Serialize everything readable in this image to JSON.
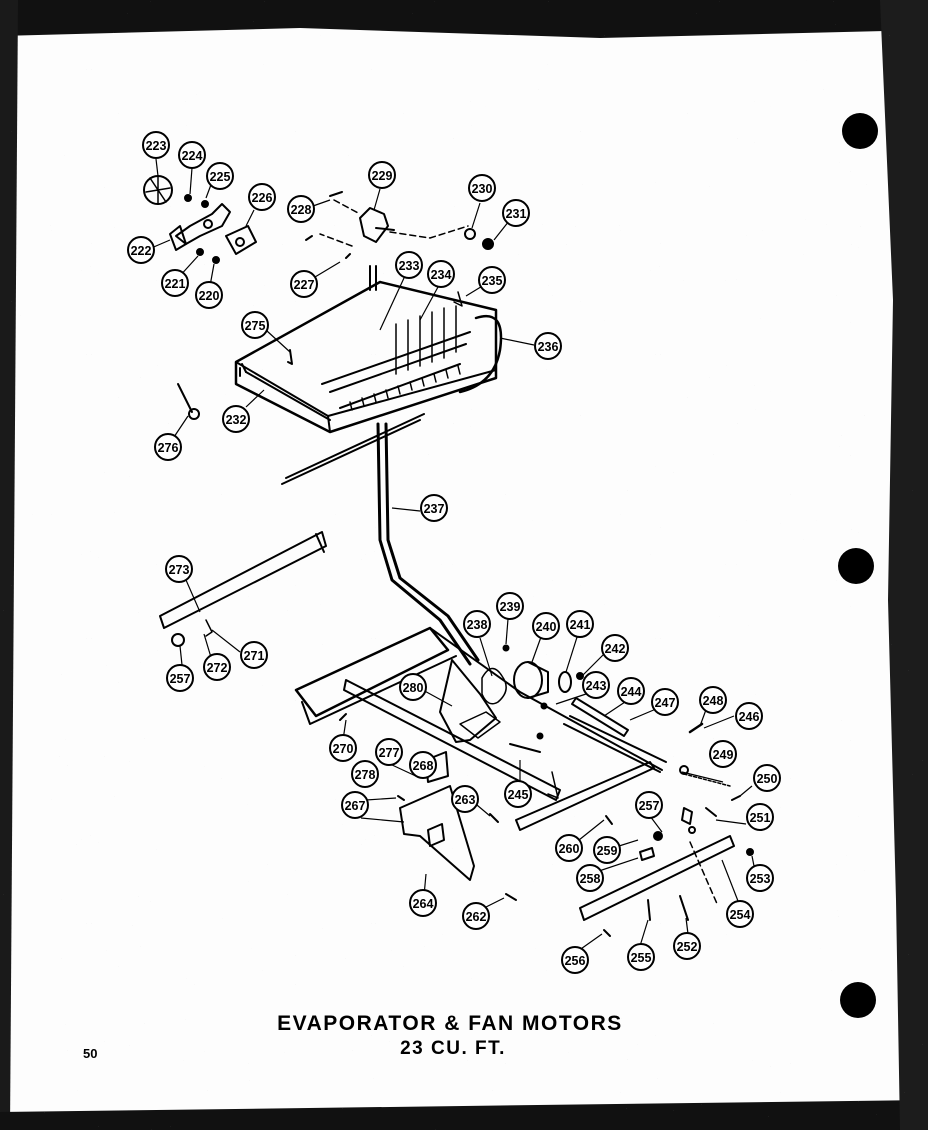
{
  "title": "EVAPORATOR & FAN MOTORS",
  "subtitle": "23 CU. FT.",
  "page_number": "50",
  "callouts": {
    "c223": "223",
    "c224": "224",
    "c225": "225",
    "c226": "226",
    "c222": "222",
    "c221": "221",
    "c220": "220",
    "c228": "228",
    "c227": "227",
    "c229": "229",
    "c230": "230",
    "c231": "231",
    "c233": "233",
    "c234": "234",
    "c235": "235",
    "c275": "275",
    "c236": "236",
    "c232": "232",
    "c276": "276",
    "c237": "237",
    "c273": "273",
    "c271": "271",
    "c272": "272",
    "c257a": "257",
    "c238": "238",
    "c239": "239",
    "c240": "240",
    "c241": "241",
    "c242": "242",
    "c280": "280",
    "c243": "243",
    "c244": "244",
    "c247": "247",
    "c248": "248",
    "c246": "246",
    "c270": "270",
    "c277": "277",
    "c268": "268",
    "c278": "278",
    "c249": "249",
    "c250": "250",
    "c267": "267",
    "c263": "263",
    "c245": "245",
    "c257b": "257",
    "c251": "251",
    "c260": "260",
    "c259": "259",
    "c258": "258",
    "c253": "253",
    "c264": "264",
    "c262": "262",
    "c254": "254",
    "c252": "252",
    "c255": "255",
    "c256": "256"
  }
}
